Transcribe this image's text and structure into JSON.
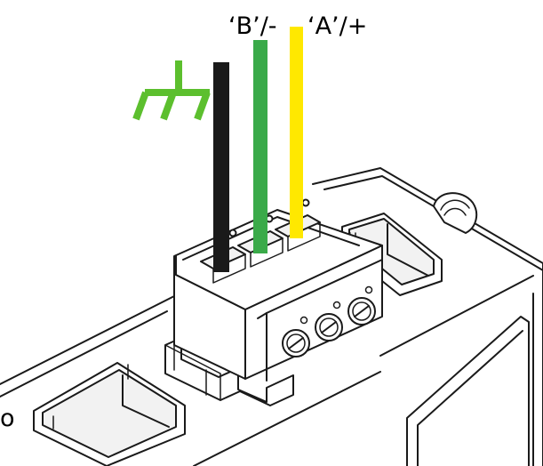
{
  "labels": {
    "wire_b": "‘B’/-",
    "wire_a": "‘A’/+",
    "edge_fragment": "o"
  },
  "colors": {
    "ground_wire": "#1a1a1a",
    "b_wire": "#3aaa49",
    "a_wire": "#ffe800",
    "ground_symbol": "#5cbf2e"
  },
  "icons": {
    "ground": "ground-symbol-icon"
  }
}
